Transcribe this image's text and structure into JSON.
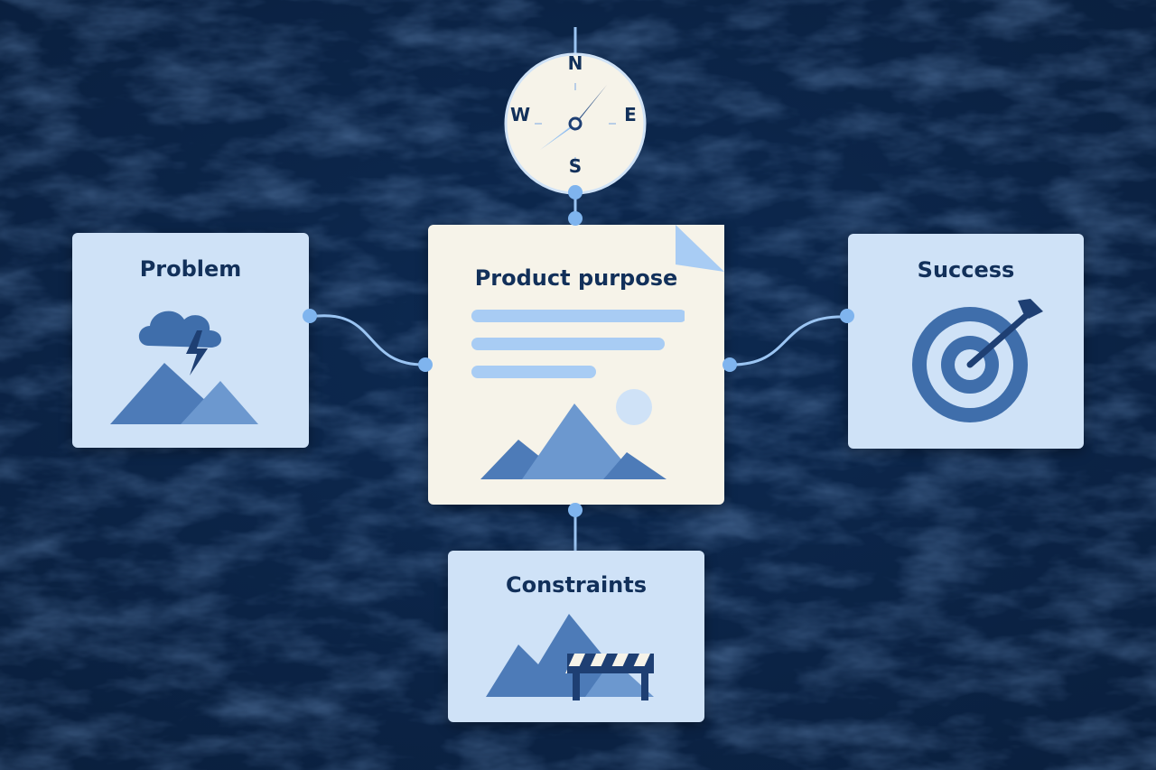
{
  "diagram": {
    "center": {
      "title": "Product purpose"
    },
    "left": {
      "title": "Problem"
    },
    "right": {
      "title": "Success"
    },
    "bottom": {
      "title": "Constraints"
    },
    "compass": {
      "north": "N",
      "south": "S",
      "east": "E",
      "west": "W"
    }
  },
  "icons": {
    "problem": "storm-mountain-icon",
    "success": "target-arrow-icon",
    "constraints": "mountain-barrier-icon",
    "center": "document-landscape-icon",
    "top": "compass-icon"
  },
  "colors": {
    "background": "#0b2345",
    "card_blue": "#cfe2f7",
    "paper": "#f6f3e9",
    "title_text": "#12305a",
    "accent": "#7fb4ee",
    "icon_dark": "#3f6eab"
  }
}
